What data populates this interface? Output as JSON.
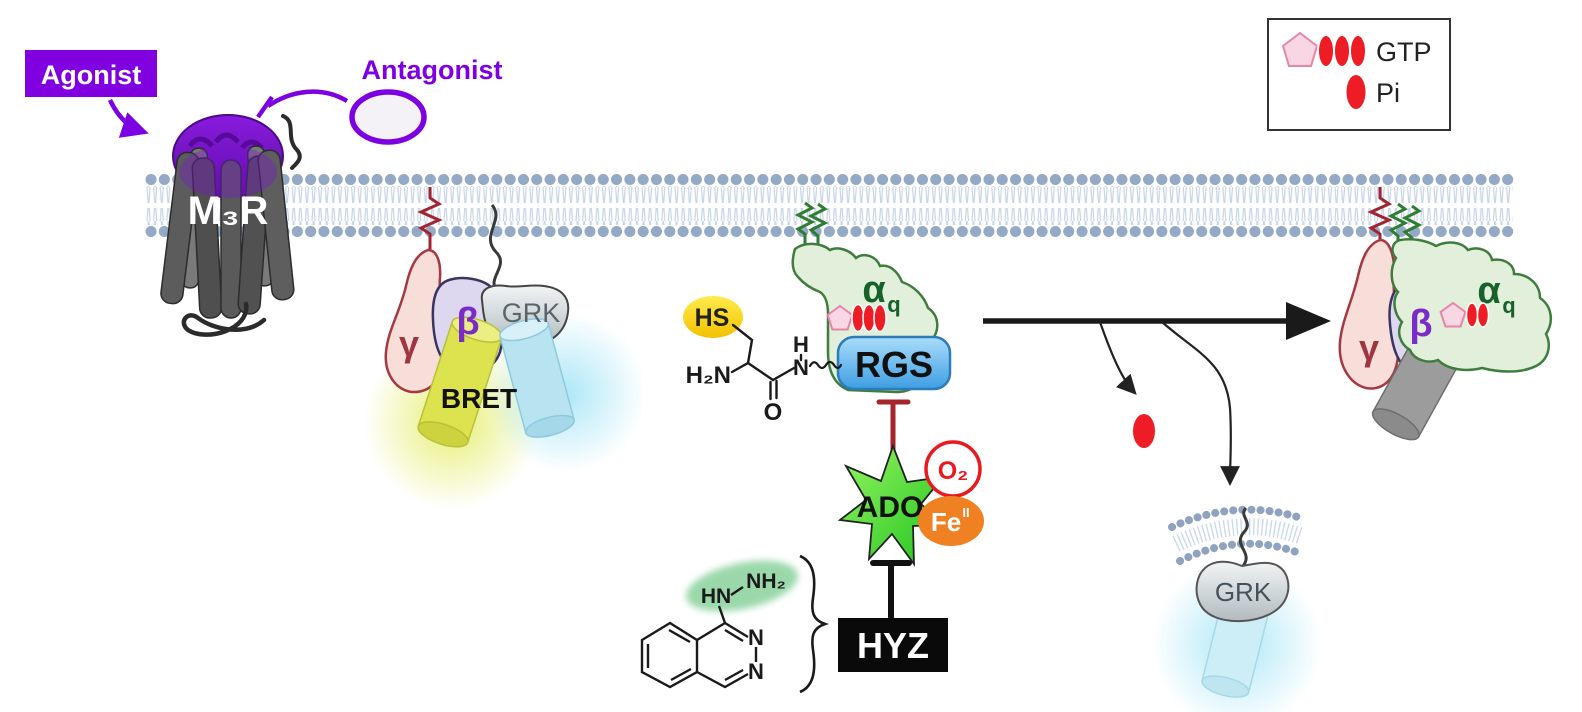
{
  "legend": {
    "gtp": "GTP",
    "pi": "Pi"
  },
  "receptor": {
    "name": "M₃R",
    "agonist": "Agonist",
    "antagonist": "Antagonist"
  },
  "bret_complex": {
    "gamma": "γ",
    "beta": "β",
    "grk": "GRK",
    "bret": "BRET"
  },
  "g_alpha": {
    "alpha": "α",
    "sub": "q"
  },
  "rgs": {
    "label": "RGS"
  },
  "cysteine": {
    "hs": "HS",
    "h2n": "H₂N",
    "o": "O",
    "h": "H",
    "n": "N"
  },
  "ado": {
    "label": "ADO",
    "o2": "O₂",
    "fe": "Fe",
    "fe_sup": "II"
  },
  "hyz": {
    "label": "HYZ",
    "hn": "HN",
    "nh2": "NH₂"
  },
  "released": {
    "grk": "GRK"
  },
  "right_complex": {
    "gamma": "γ",
    "beta": "β",
    "alpha": "α",
    "sub": "q"
  },
  "colors": {
    "accent_purple": "#7d00e2",
    "membrane_head": "#94a9c6",
    "membrane_tail": "#c6d4e8",
    "phosphate_red": "#ee1c25",
    "inhibit_dark_red": "#a6252b",
    "ado_green": "#2dc92d",
    "fe_orange": "#f08122",
    "rgs_blue": "#57b1ec",
    "alpha_green_text": "#16622a",
    "beta_purple_text": "#7a2bc8",
    "gamma_red_text": "#a03540",
    "hs_yellow": "#f7c500",
    "hyz_black": "#0a0a0a"
  }
}
